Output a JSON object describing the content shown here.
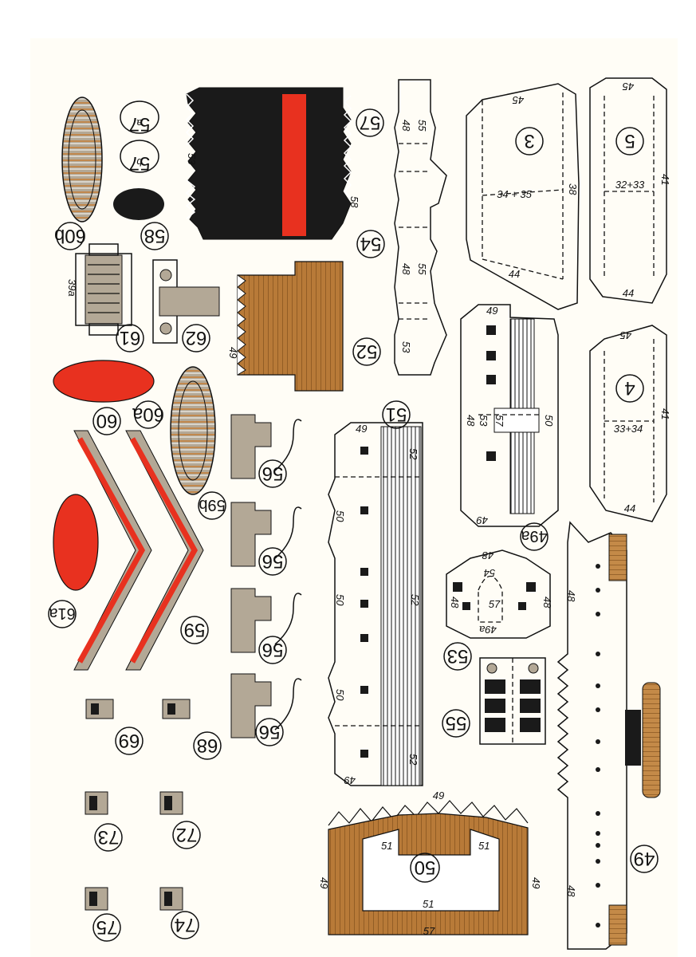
{
  "sheet": {
    "colors": {
      "paper": "#ffffff",
      "cream": "#fffdf6",
      "black": "#1a1a1a",
      "red": "#e8311f",
      "tan": "#b3a896",
      "wood": "#b87a38",
      "woodDark": "#7a4a18",
      "stripe": "#c77a2e"
    },
    "labels": {
      "p57a": "57",
      "p57a_s": "a",
      "p57b": "57",
      "p57b_s": "b",
      "p57": "57",
      "p58": "58",
      "p60b": "60b",
      "p60a": "60a",
      "p60": "60",
      "p61": "61",
      "p62": "62",
      "p52": "52",
      "p54": "54",
      "p3": "3",
      "p5": "5",
      "p4": "4",
      "p49a": "49a",
      "p51": "51",
      "p56a": "56",
      "p56b": "56",
      "p56c": "56",
      "p56d": "56",
      "p59": "59",
      "p59b": "59b",
      "p61a": "61a",
      "p53": "53",
      "p55": "55",
      "p49": "49",
      "p50": "50",
      "p69": "69",
      "p68": "68",
      "p73": "73",
      "p72": "72",
      "p75": "75",
      "p74": "74"
    },
    "marks": {
      "m53": "53",
      "m58": "58",
      "m48a": "48",
      "m55a": "55",
      "m48b": "48",
      "m55b": "55",
      "m53b": "53",
      "m45a": "45",
      "m38": "38",
      "m34": "34 + 35",
      "m44a": "44",
      "m45b": "45",
      "m41a": "41",
      "m32": "32+33",
      "m44b": "44",
      "m49top": "49",
      "m48c": "48",
      "m53c": "53",
      "m57c": "57",
      "m50c": "50",
      "m49b": "49",
      "m45c": "45",
      "m41b": "41",
      "m33": "33+34",
      "m44c": "44",
      "m49d": "49",
      "m52a": "52",
      "m50a": "50",
      "m50b": "50",
      "m52b": "52",
      "m50d": "50",
      "m52c": "52",
      "m49e": "49",
      "m48d": "48",
      "m54": "54",
      "m48e": "48",
      "m57d": "57",
      "m48f": "48",
      "m49f": "49a",
      "m48g": "48",
      "m48h": "48",
      "m49g": "49",
      "m51a": "51",
      "m51b": "51",
      "m51c": "51",
      "m49h": "49",
      "m49i": "49",
      "m57e": "57",
      "m394": "39a",
      "m49j": "49"
    }
  }
}
